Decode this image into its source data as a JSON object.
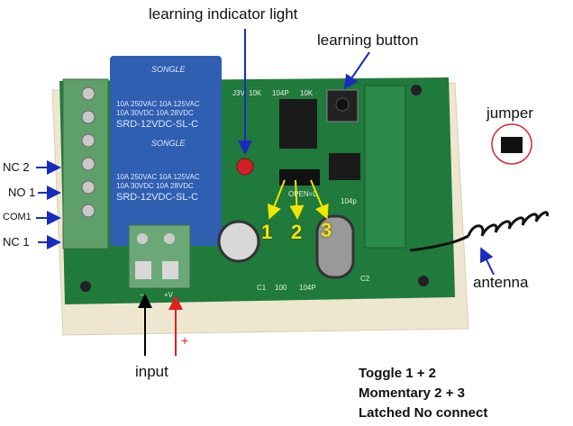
{
  "annotations": {
    "learning_indicator_light": "learning indicator light",
    "learning_button": "learning button",
    "jumper": "jumper",
    "antenna": "antenna",
    "input": "input",
    "plus_sign": "+"
  },
  "terminals": [
    "NC 2",
    "NO 1",
    "COM1",
    "NC 1"
  ],
  "jumper_positions": [
    "1",
    "2",
    "3"
  ],
  "modes": [
    "Toggle 1 + 2",
    "Momentary 2 + 3",
    "Latched No connect"
  ],
  "board": {
    "relay_brand": "SONGLE",
    "relay_model": "SRD-12VDC-SL-C",
    "relay_rating_1": "10A 250VAC  10A 125VAC",
    "relay_rating_2": "10A  30VDC  10A  28VDC",
    "jumper_label": "OPEN=L",
    "power_minus": "−",
    "power_plus": "+V",
    "silk": [
      "104P",
      "10K",
      "J3",
      "C1",
      "C2",
      "100",
      "104p"
    ]
  },
  "colors": {
    "pcb": "#1f7a3c",
    "relay": "#2f5fb0",
    "arrow": "#1a2bbf",
    "highlight": "#f2e600",
    "power_plus": "#e02020"
  }
}
